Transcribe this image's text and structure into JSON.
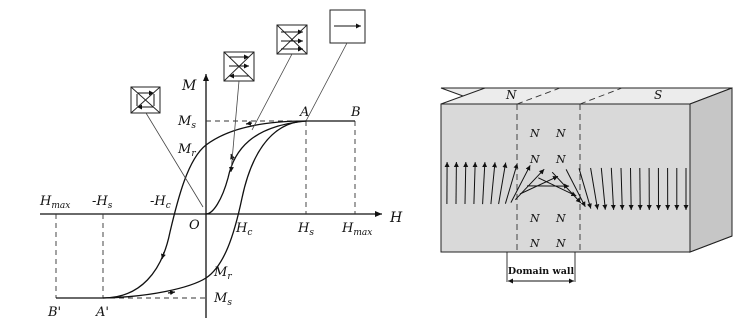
{
  "hysteresis": {
    "axis_h": "H",
    "axis_m": "M",
    "origin": "O",
    "ms_pos": "M",
    "ms_pos_sub": "s",
    "mr_pos": "M",
    "mr_pos_sub": "r",
    "mr_neg": "M",
    "mr_neg_sub": "r",
    "ms_neg": "M",
    "ms_neg_sub": "s",
    "hmax_neg": "H",
    "hmax_neg_sub": "max",
    "hs_neg_prefix": "-H",
    "hs_neg_sub": "s",
    "hc_neg_prefix": "-H",
    "hc_neg_sub": "c",
    "hc_pos": "H",
    "hc_pos_sub": "c",
    "hs_pos": "H",
    "hs_pos_sub": "s",
    "hmax_pos": "H",
    "hmax_pos_sub": "max",
    "point_a": "A",
    "point_b": "B",
    "point_a_prime": "A'",
    "point_b_prime": "B'"
  },
  "domain": {
    "label_n_top": "N",
    "label_s_top": "S",
    "wall_n": "N",
    "domain_wall_label": "Domain wall"
  },
  "colors": {
    "block_face": "#d9d9d9",
    "block_top": "#ececec",
    "block_side": "#c6c6c6",
    "line": "#222222"
  }
}
